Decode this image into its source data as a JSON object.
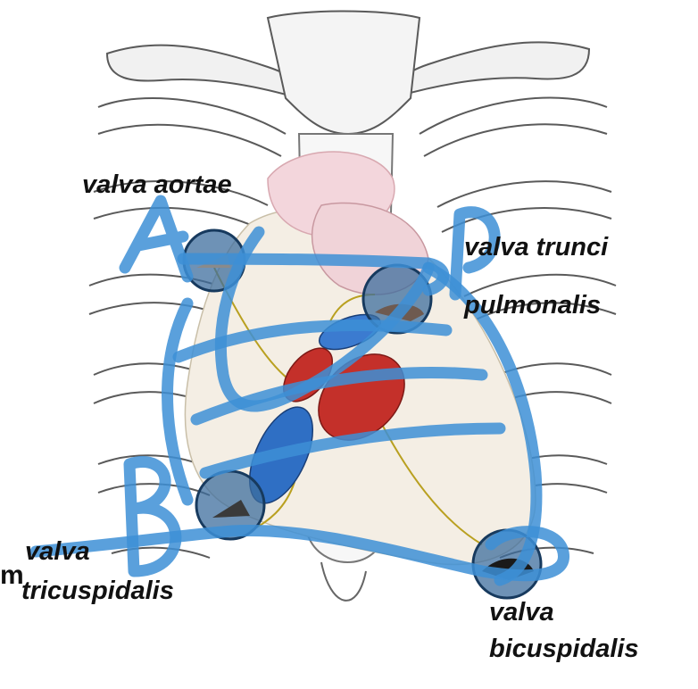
{
  "labels": {
    "aortae": "valva aortae",
    "trunci_line1": "valva trunci",
    "trunci_line2": "pulmonalis",
    "tricusp_line1": "valva",
    "tricusp_line2": "tricuspidalis",
    "bicusp_line1": "valva",
    "bicusp_line2": "bicuspidalis",
    "fragment": "m"
  },
  "annotations": {
    "letters": [
      "A",
      "P",
      "B"
    ]
  },
  "colors": {
    "annotation": "#3d8fd6",
    "valve_ring": "#1e4d7a",
    "right_heart": "#2f6fc4",
    "left_heart": "#c4302a",
    "bone_line": "#555555",
    "yellow_path": "#b9a020"
  }
}
